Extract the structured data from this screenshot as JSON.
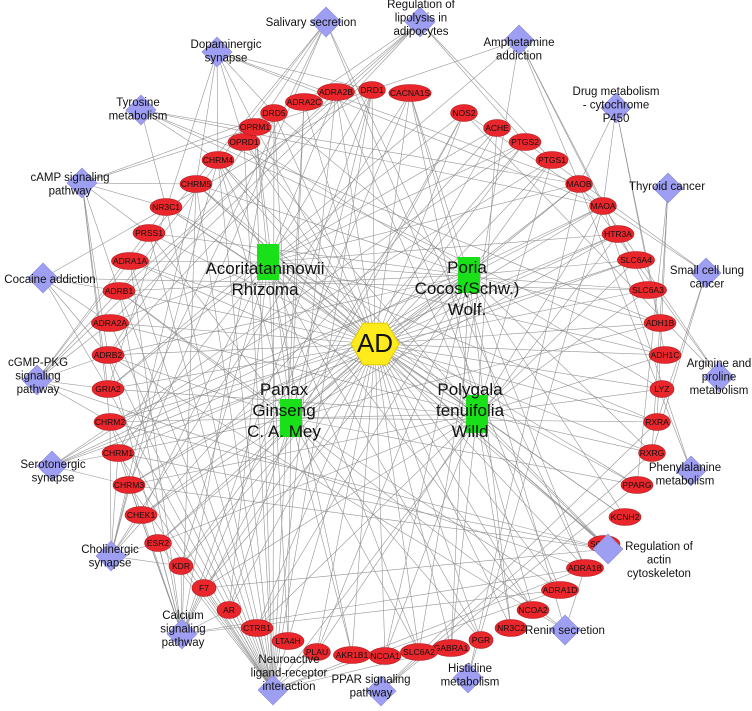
{
  "center": {
    "label": "AD",
    "color": "#ffeb1c"
  },
  "colors": {
    "gene": "#e8262b",
    "pathway": "#9e9ef2",
    "herb": "#19e019",
    "edge": "#8a8a8a"
  },
  "herbs": [
    {
      "id": "acori",
      "lines": [
        "Acoritataninowii",
        "Rhizoma"
      ]
    },
    {
      "id": "poria",
      "lines": [
        "Poria",
        "Cocos(Schw.)",
        "Wolf."
      ]
    },
    {
      "id": "panax",
      "lines": [
        "Panax",
        "Ginseng",
        "C. A. Mey"
      ]
    },
    {
      "id": "polygala",
      "lines": [
        "Polygala",
        "tenuifolia",
        "Willd"
      ]
    }
  ],
  "genes": [
    "DRD5",
    "ADRA2C",
    "ADRA2B",
    "DRD1",
    "CACNA1S",
    "NOS2",
    "ACHE",
    "PTGS2",
    "PTGS1",
    "MAOB",
    "MAOA",
    "HTR3A",
    "SLC6A4",
    "SLC6A3",
    "ADH1B",
    "ADH1C",
    "LYZ",
    "RXRA",
    "RXRG",
    "PPARG",
    "KCNH2",
    "SCN5A",
    "ADRA1B",
    "ADRA1D",
    "NCOA2",
    "NR3C2",
    "PGR",
    "GABRA1",
    "SLC6A2",
    "NCOA1",
    "AKR1B1",
    "PLAU",
    "LTA4H",
    "CTRB1",
    "AR",
    "F7",
    "KDR",
    "ESR2",
    "CHEK1",
    "CHRM3",
    "CHRM1",
    "CHRM2",
    "GRIA2",
    "ADRB2",
    "ADRA2A",
    "ADRB1",
    "ADRA1A",
    "PRSS1",
    "NR3C1",
    "CHRM5",
    "CHRM4",
    "OPRD1",
    "OPRM1"
  ],
  "pathways": [
    {
      "id": "salivary",
      "lines": [
        "Salivary secretion"
      ]
    },
    {
      "id": "lipolysis",
      "lines": [
        "Regulation of",
        "lipolysis in",
        "adipocytes"
      ]
    },
    {
      "id": "amphetamine",
      "lines": [
        "Amphetamine",
        "addiction"
      ]
    },
    {
      "id": "drugmet",
      "lines": [
        "Drug metabolism",
        "- cytochrome",
        "P450"
      ]
    },
    {
      "id": "thyroid",
      "lines": [
        "Thyroid cancer"
      ]
    },
    {
      "id": "smallcell",
      "lines": [
        "Small cell lung",
        "cancer"
      ]
    },
    {
      "id": "arginine",
      "lines": [
        "Arginine and",
        "proline",
        "metabolism"
      ]
    },
    {
      "id": "phenylalanine",
      "lines": [
        "Phenylalanine",
        "metabolism"
      ]
    },
    {
      "id": "actin",
      "lines": [
        "Regulation of",
        "actin",
        "cytoskeleton"
      ]
    },
    {
      "id": "renin",
      "lines": [
        "Renin secretion"
      ]
    },
    {
      "id": "histidine",
      "lines": [
        "Histidine",
        "metabolism"
      ]
    },
    {
      "id": "ppar",
      "lines": [
        "PPAR signaling",
        "pathway"
      ]
    },
    {
      "id": "neuroactive",
      "lines": [
        "Neuroactive",
        "ligand-receptor",
        "interaction"
      ]
    },
    {
      "id": "calcium",
      "lines": [
        "Calcium",
        "signaling",
        "pathway"
      ]
    },
    {
      "id": "cholinergic",
      "lines": [
        "Cholinergic",
        "synapse"
      ]
    },
    {
      "id": "serotonergic",
      "lines": [
        "Serotonergic",
        "synapse"
      ]
    },
    {
      "id": "cgmp",
      "lines": [
        "cGMP-PKG",
        "signaling",
        "pathway"
      ]
    },
    {
      "id": "cocaine",
      "lines": [
        "Cocaine addiction"
      ]
    },
    {
      "id": "camp",
      "lines": [
        "cAMP signaling",
        "pathway"
      ]
    },
    {
      "id": "tyrosine",
      "lines": [
        "Tyrosine",
        "metabolism"
      ]
    },
    {
      "id": "dopaminergic",
      "lines": [
        "Dopaminergic",
        "synapse"
      ]
    }
  ]
}
